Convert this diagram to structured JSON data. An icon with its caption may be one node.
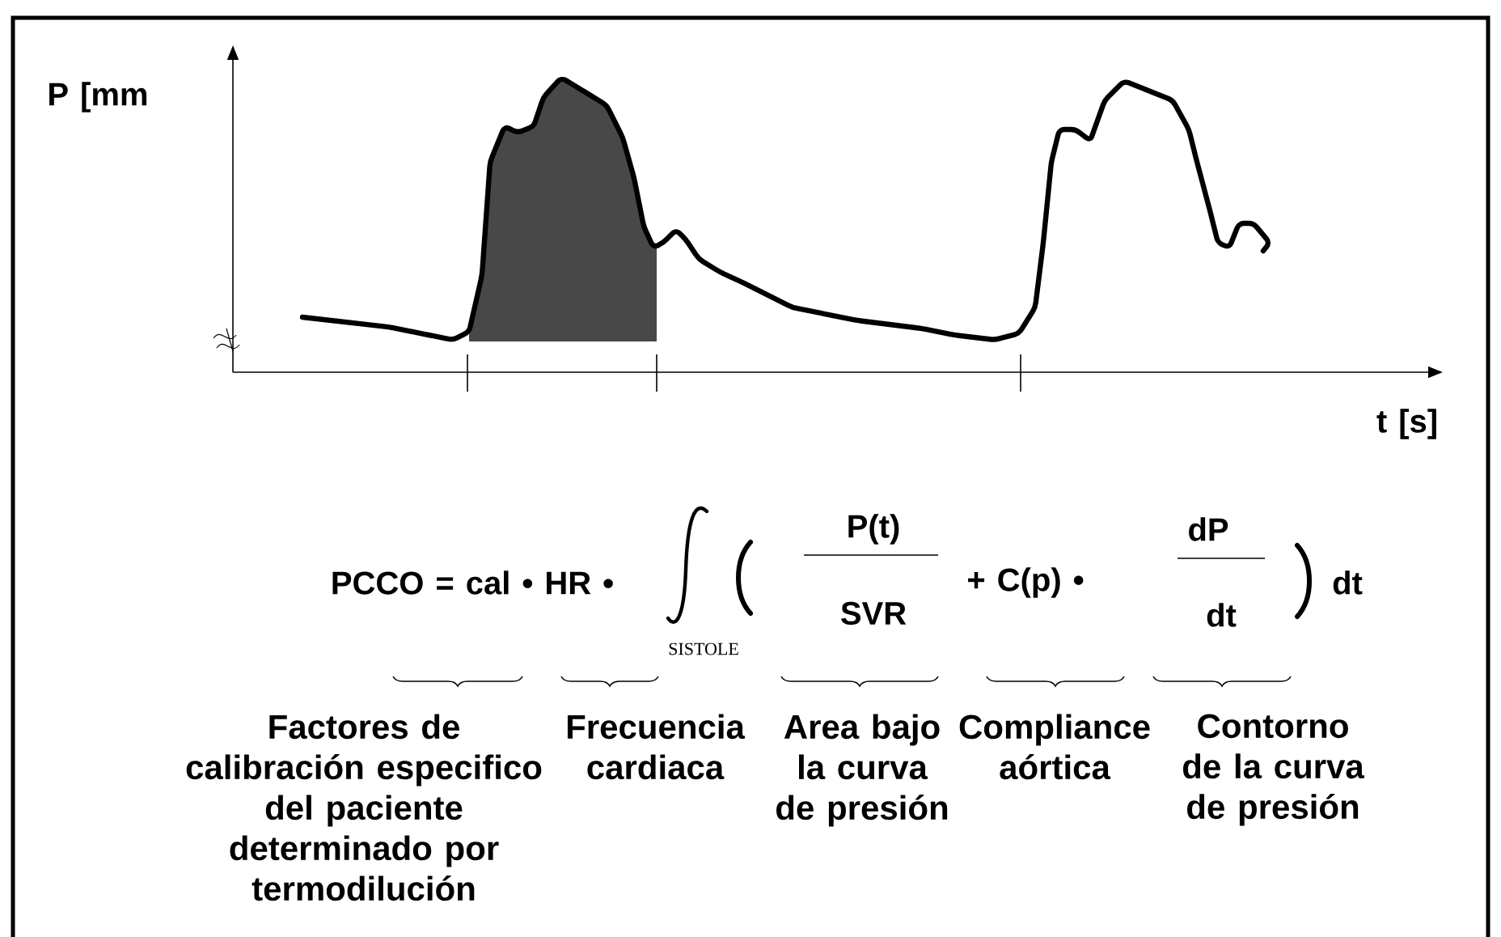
{
  "diagram": {
    "labels": [
      "P [mm",
      "t [s]",
      "P(t)",
      "dP",
      "PCCO = cal • HR •",
      "+ C(p) •",
      "dt",
      "SVR",
      "dt",
      "SISTOLE",
      "Factores de calibración especifico del paciente determinado por termodilución",
      "Frecuencia cardiaca",
      "Area bajo la curva de presión",
      "Compliance aórtica",
      "Contorno de la curva de presión"
    ]
  }
}
